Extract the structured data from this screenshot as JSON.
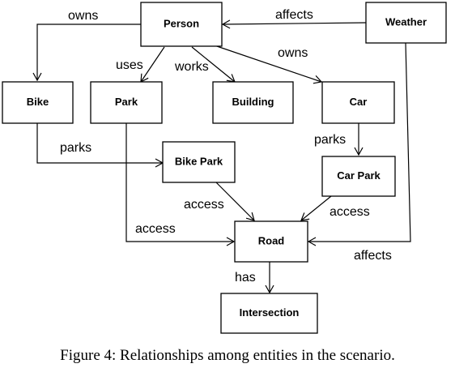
{
  "diagram": {
    "nodes": {
      "person": "Person",
      "weather": "Weather",
      "bike": "Bike",
      "park": "Park",
      "building": "Building",
      "car": "Car",
      "bike_park": "Bike Park",
      "car_park": "Car Park",
      "road": "Road",
      "intersection": "Intersection"
    },
    "edges": {
      "person_owns_bike": "owns",
      "weather_affects_person": "affects",
      "person_uses_park": "uses",
      "person_works_building": "works",
      "person_owns_car": "owns",
      "bike_parks_bike_park": "parks",
      "car_parks_car_park": "parks",
      "bike_park_access_road": "access",
      "car_park_access_road": "access",
      "park_access_road": "access",
      "weather_affects_road": "affects",
      "road_has_intersection": "has"
    }
  },
  "caption": "Figure 4: Relationships among entities in the scenario."
}
